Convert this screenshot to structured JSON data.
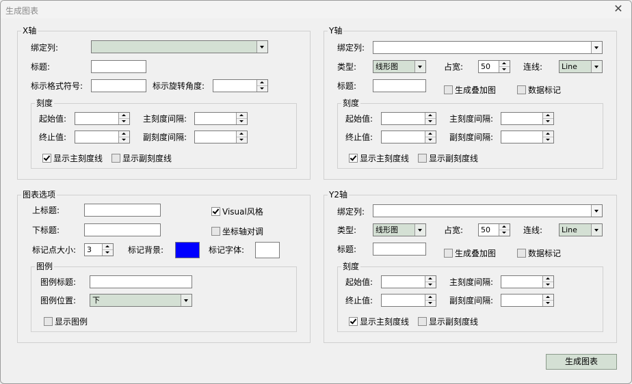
{
  "window": {
    "title": "生成图表",
    "close_glyph": "✕"
  },
  "x_axis": {
    "title": "X轴",
    "bind_col_label": "绑定列:",
    "bind_col_value": "",
    "heading_label": "标题:",
    "heading_value": "",
    "format_label": "标示格式符号:",
    "format_value": "",
    "rotate_label": "标示旋转角度:",
    "rotate_value": "",
    "scale": {
      "title": "刻度",
      "start_label": "起始值:",
      "start_value": "",
      "end_label": "终止值:",
      "end_value": "",
      "major_label": "主刻度间隔:",
      "major_value": "",
      "minor_label": "副刻度间隔:",
      "minor_value": "",
      "show_major_label": "显示主刻度线",
      "show_major_checked": true,
      "show_minor_label": "显示副刻度线",
      "show_minor_checked": false
    }
  },
  "y_axis": {
    "title": "Y轴",
    "bind_col_label": "绑定列:",
    "bind_col_value": "",
    "type_label": "类型:",
    "type_value": "线形图",
    "width_label": "占宽:",
    "width_value": "50",
    "line_label": "连线:",
    "line_value": "Line",
    "heading_label": "标题:",
    "heading_value": "",
    "overlay_label": "生成叠加图",
    "overlay_checked": false,
    "marker_label": "数据标记",
    "marker_checked": false,
    "scale": {
      "title": "刻度",
      "start_label": "起始值:",
      "start_value": "",
      "end_label": "终止值:",
      "end_value": "",
      "major_label": "主刻度间隔:",
      "major_value": "",
      "minor_label": "副刻度间隔:",
      "minor_value": "",
      "show_major_label": "显示主刻度线",
      "show_major_checked": true,
      "show_minor_label": "显示副刻度线",
      "show_minor_checked": false
    }
  },
  "y2_axis": {
    "title": "Y2轴",
    "bind_col_label": "绑定列:",
    "bind_col_value": "",
    "type_label": "类型:",
    "type_value": "线形图",
    "width_label": "占宽:",
    "width_value": "50",
    "line_label": "连线:",
    "line_value": "Line",
    "heading_label": "标题:",
    "heading_value": "",
    "overlay_label": "生成叠加图",
    "overlay_checked": false,
    "marker_label": "数据标记",
    "marker_checked": false,
    "scale": {
      "title": "刻度",
      "start_label": "起始值:",
      "start_value": "",
      "end_label": "终止值:",
      "end_value": "",
      "major_label": "主刻度间隔:",
      "major_value": "",
      "minor_label": "副刻度间隔:",
      "minor_value": "",
      "show_major_label": "显示主刻度线",
      "show_major_checked": true,
      "show_minor_label": "显示副刻度线",
      "show_minor_checked": false
    }
  },
  "chart_options": {
    "title": "图表选项",
    "top_title_label": "上标题:",
    "top_title_value": "",
    "bottom_title_label": "下标题:",
    "bottom_title_value": "",
    "visual_label": "Visual风格",
    "visual_checked": true,
    "swap_label": "坐标轴对调",
    "swap_checked": false,
    "marker_size_label": "标记点大小:",
    "marker_size_value": "3",
    "marker_bg_label": "标记背景:",
    "marker_bg_color": "#0000ff",
    "marker_font_label": "标记字体:",
    "marker_font_color": "#ffffff",
    "legend": {
      "title": "图例",
      "legend_title_label": "图例标题:",
      "legend_title_value": "",
      "legend_pos_label": "图例位置:",
      "legend_pos_value": "下",
      "show_legend_label": "显示图例",
      "show_legend_checked": false
    }
  },
  "actions": {
    "generate_label": "生成图表"
  },
  "colors": {
    "accent_green": "#d4e0d4",
    "window_bg": "#f0f0f0"
  }
}
